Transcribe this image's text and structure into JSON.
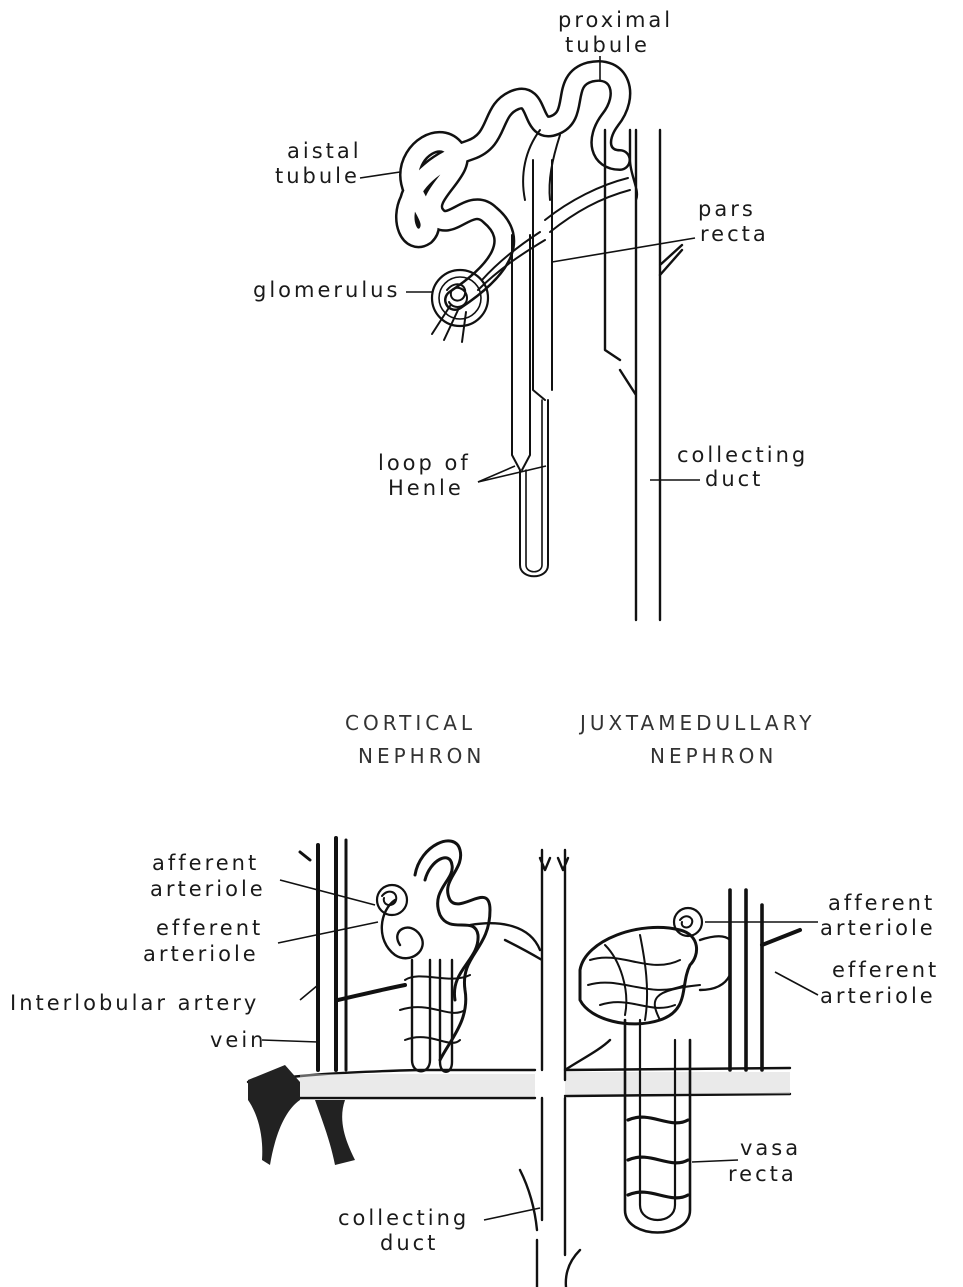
{
  "top": {
    "labels": {
      "proximal_1": "proximal",
      "proximal_2": "tubule",
      "distal_1": "aistal",
      "distal_2": "tubule",
      "pars_1": "pars",
      "pars_2": "recta",
      "glomerulus": "glomerulus",
      "loop_1": "loop of",
      "loop_2": "Henle",
      "collecting_1": "collecting",
      "collecting_2": "duct"
    }
  },
  "captions": {
    "cortical_1": "CORTICAL",
    "cortical_2": "NEPHRON",
    "juxta_1": "JUXTAMEDULLARY",
    "juxta_2": "NEPHRON"
  },
  "bottom": {
    "labels": {
      "afferent_left_1": "afferent",
      "afferent_left_2": "arteriole",
      "efferent_left_1": "efferent",
      "efferent_left_2": "arteriole",
      "interlobular": "Interlobular artery",
      "vein": "vein",
      "collecting_1": "collecting",
      "collecting_2": "duct",
      "afferent_right_1": "afferent",
      "afferent_right_2": "arteriole",
      "efferent_right_1": "efferent",
      "efferent_right_2": "arteriole",
      "vasa_1": "vasa",
      "vasa_2": "recta"
    }
  }
}
